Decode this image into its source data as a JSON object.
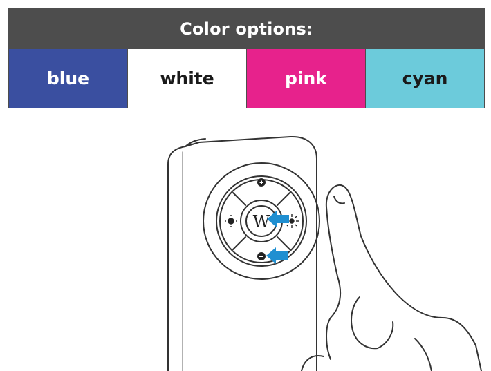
{
  "table": {
    "title": "Color options:",
    "options": [
      {
        "label": "blue",
        "color": "#3a4fa0",
        "text_color": "#ffffff"
      },
      {
        "label": "white",
        "color": "#ffffff",
        "text_color": "#1a1a1a"
      },
      {
        "label": "pink",
        "color": "#e7228c",
        "text_color": "#ffffff"
      },
      {
        "label": "cyan",
        "color": "#6ccbdb",
        "text_color": "#1a1a1a"
      }
    ],
    "header_color": "#4d4d4d"
  },
  "remote": {
    "center_logo": "W",
    "buttons": [
      "plus-icon",
      "minus-icon",
      "brightness-down-icon",
      "brightness-up-icon"
    ],
    "arrow_color": "#1f8fd1"
  }
}
